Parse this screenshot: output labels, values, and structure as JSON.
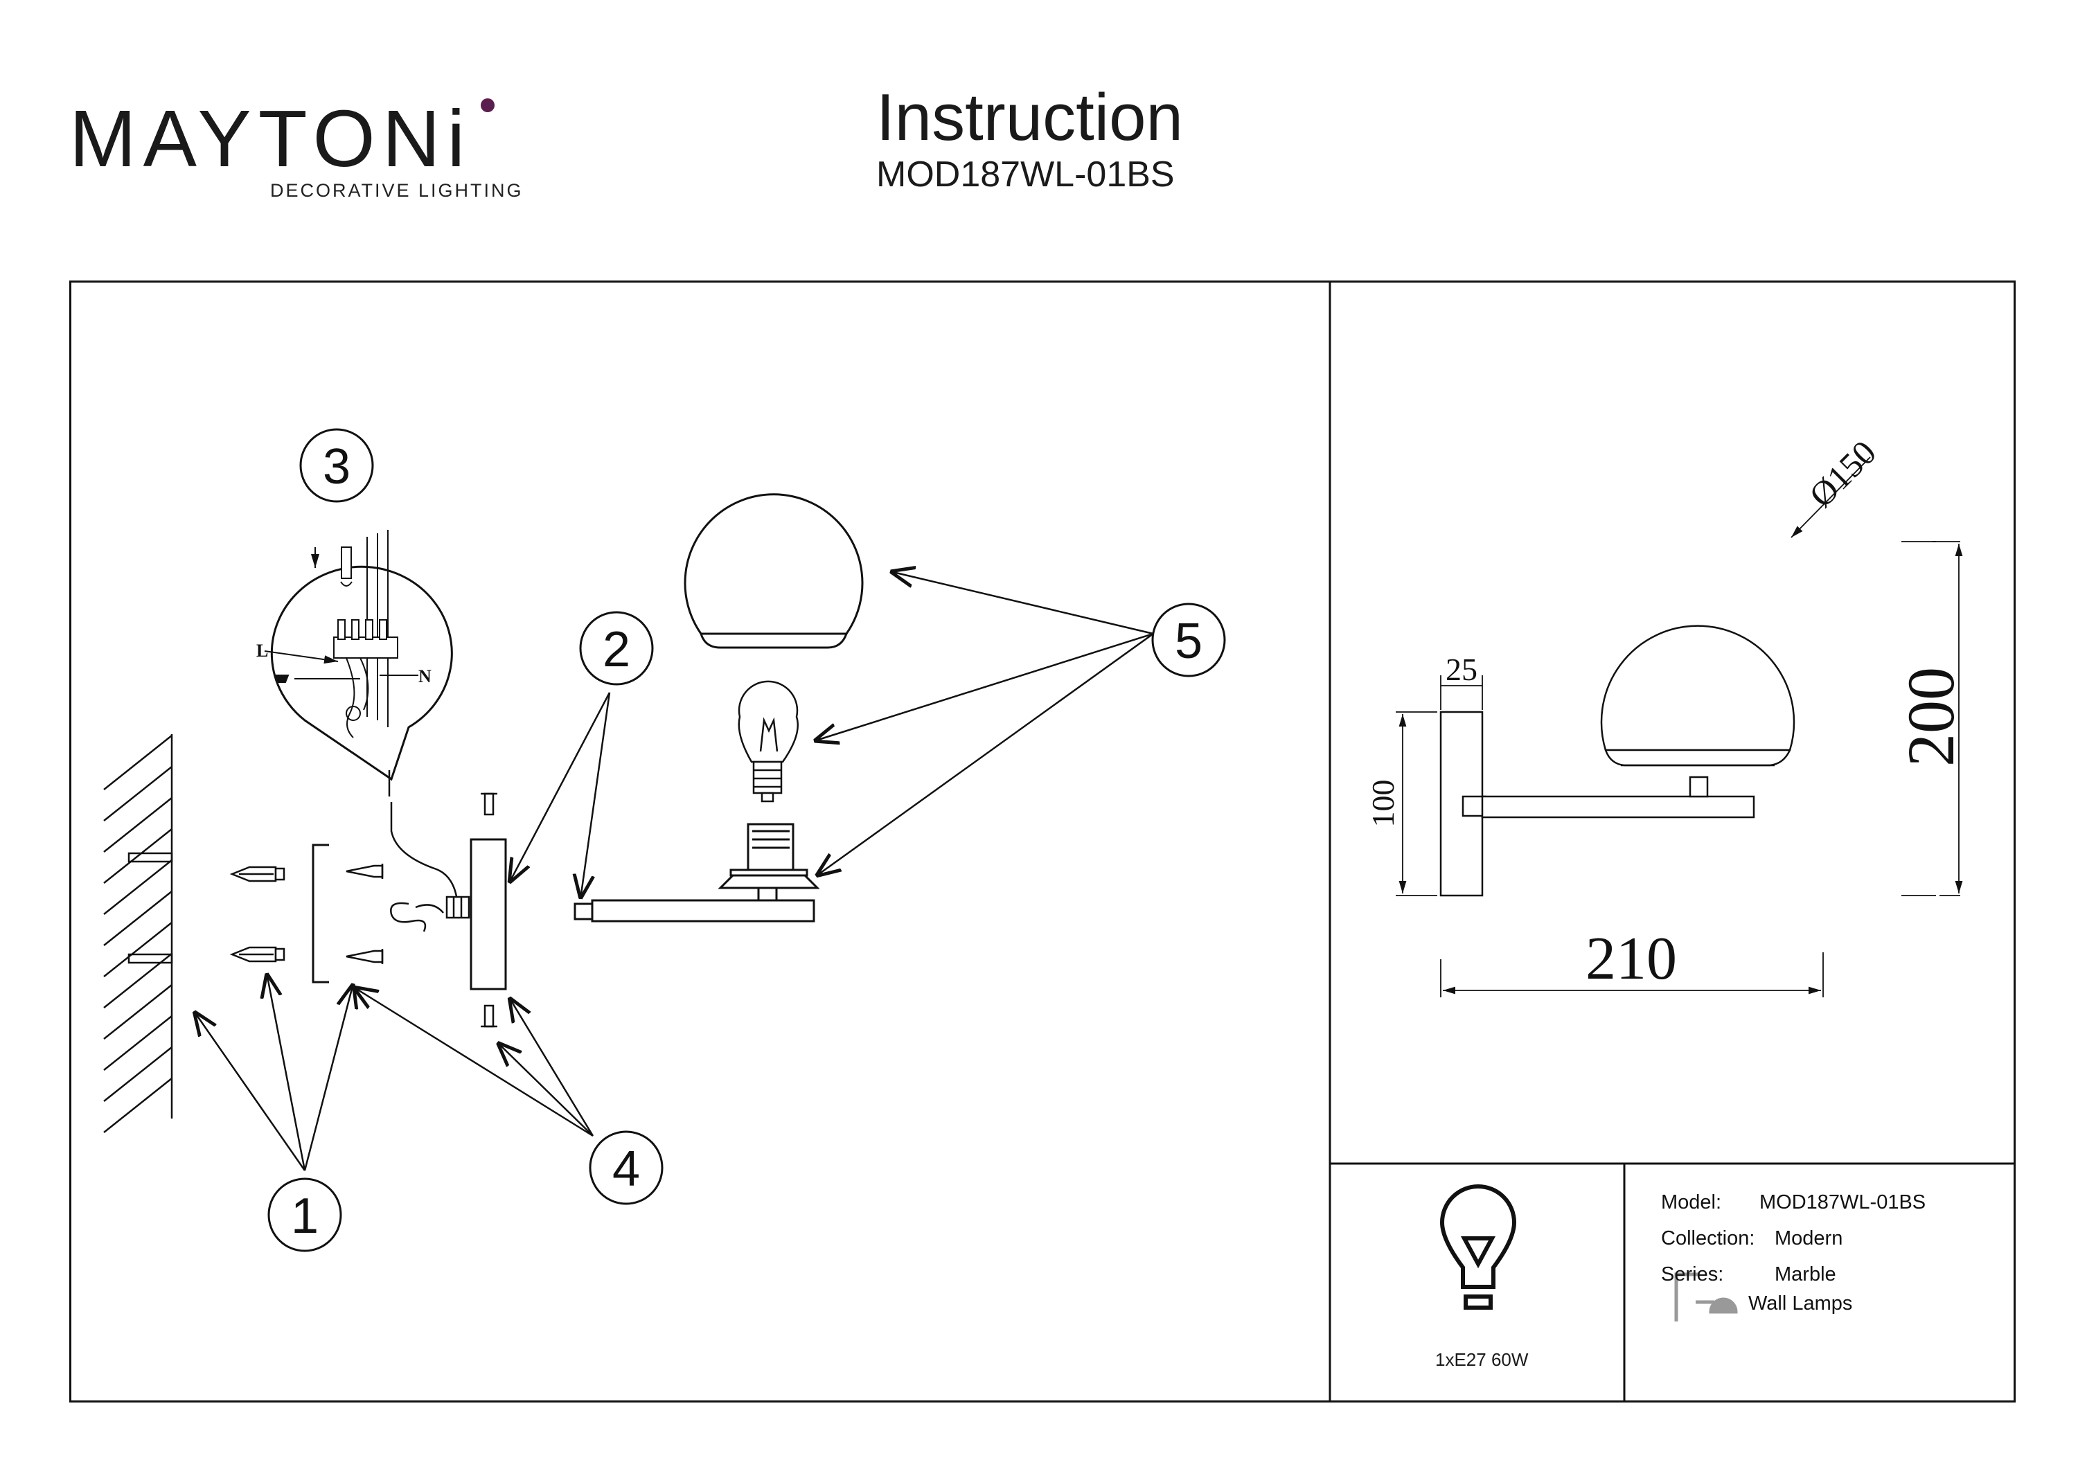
{
  "brand": {
    "name_prefix": "M",
    "name_rest": "AYTONi",
    "tagline": "DECORATIVE LIGHTING"
  },
  "header": {
    "title": "Instruction",
    "model": "MOD187WL-01BS"
  },
  "assembly": {
    "steps": [
      "1",
      "2",
      "3",
      "4",
      "5"
    ],
    "wiring_labels": {
      "live": "L",
      "neutral": "N"
    }
  },
  "dimensions": {
    "globe_diameter": "Ø150",
    "base_width": "25",
    "base_height": "100",
    "total_height": "200",
    "total_length": "210"
  },
  "specs": {
    "bulb": "1xE27 60W",
    "model_label": "Model:",
    "model_value": "MOD187WL-01BS",
    "collection_label": "Collection:",
    "collection_value": "Modern",
    "series_label": "Series:",
    "series_value": "Marble",
    "type_value": "Wall Lamps"
  },
  "colors": {
    "brand_accent": "#5a1f4e",
    "line": "#1a1a1a"
  }
}
